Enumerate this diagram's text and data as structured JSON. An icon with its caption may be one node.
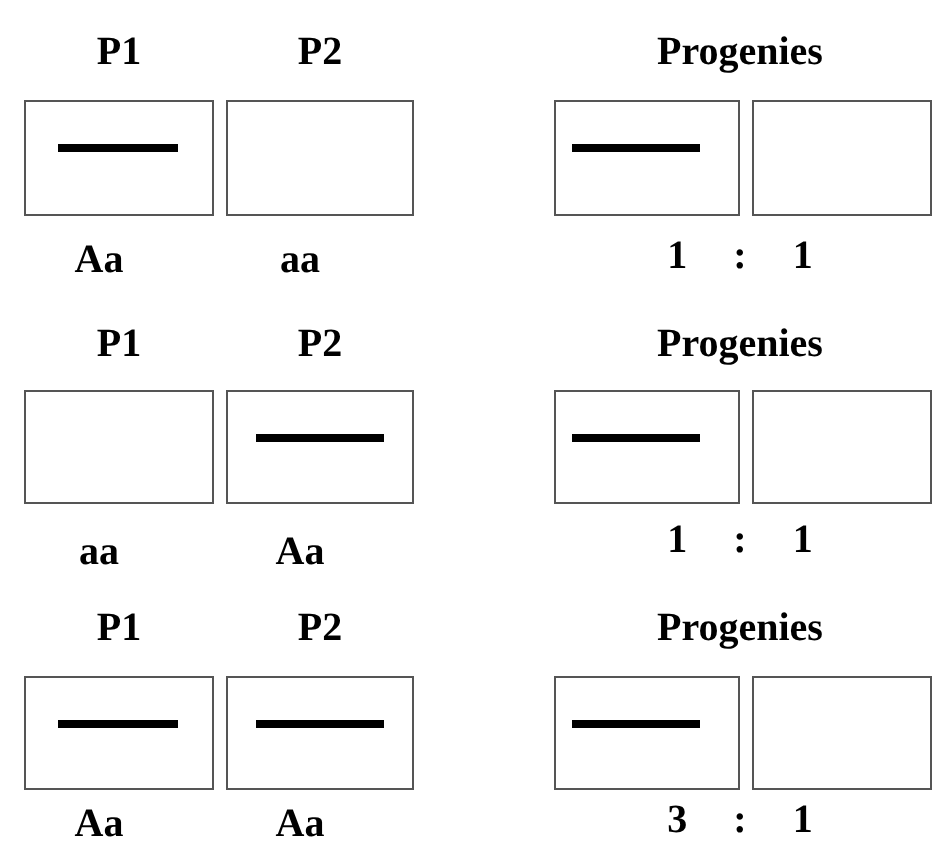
{
  "diagram": {
    "nodes": [
      {
        "text": [
          "P1"
        ],
        "beside": [
          "Aa"
        ]
      },
      {
        "text": [],
        "shape": "bar",
        "in": 0
      },
      {
        "text": [
          "P2"
        ],
        "beside": [
          "aa"
        ]
      },
      {
        "text": [],
        "shape": "box"
      },
      {
        "text": [],
        "shape": "bar",
        "in": 3
      },
      {
        "text": [],
        "shape": "box"
      },
      {
        "text": [
          "P1"
        ],
        "beside": [
          "aa"
        ]
      },
      {
        "text": [
          "P2"
        ],
        "beside": [
          "Aa"
        ]
      },
      {
        "text": [],
        "shape": "bar",
        "in": 7
      },
      {
        "text": [],
        "shape": "box"
      },
      {
        "text": [],
        "shape": "bar",
        "in": 9
      },
      {
        "text": [],
        "shape": "box"
      },
      {
        "text": [
          "P1"
        ],
        "beside": [
          "Aa"
        ]
      },
      {
        "text": [],
        "shape": "bar",
        "in": 12
      },
      {
        "text": [
          "P2"
        ],
        "beside": [
          "Aa"
        ]
      },
      {
        "text": [],
        "shape": "bar",
        "in": 14
      },
      {
        "text": [],
        "shape": "box"
      },
      {
        "text": [],
        "shape": "bar",
        "in": 16
      },
      {
        "text": [],
        "shape": "box"
      }
    ],
    "labels": [
      "Progenies",
      "1 : 1",
      "Progenies",
      "1 : 1",
      "Progenies",
      "3 : 1"
    ]
  }
}
